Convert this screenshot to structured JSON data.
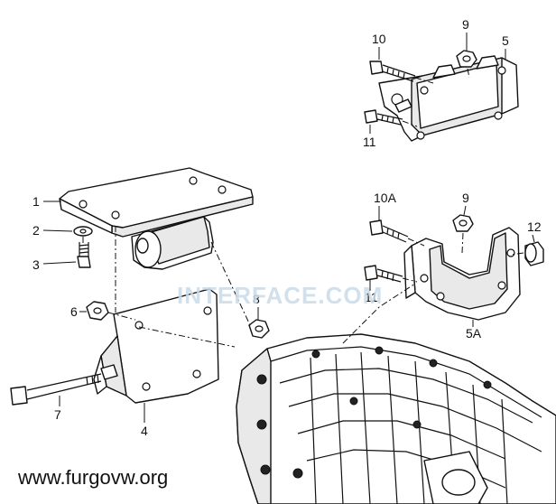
{
  "labels": {
    "c1": "1",
    "c2": "2",
    "c3": "3",
    "c4": "4",
    "c5": "5",
    "c5a": "5A",
    "c6": "6",
    "c7": "7",
    "c8": "8",
    "c9_top": "9",
    "c9_mid": "9",
    "c10": "10",
    "c10a": "10A",
    "c11_top": "11",
    "c11_mid": "11",
    "c12": "12"
  },
  "watermark": "INTERFACE.COM",
  "website": "www.furgovw.org",
  "colors": {
    "line": "#111111",
    "background": "#ffffff",
    "watermark": "#c9dbe8"
  }
}
